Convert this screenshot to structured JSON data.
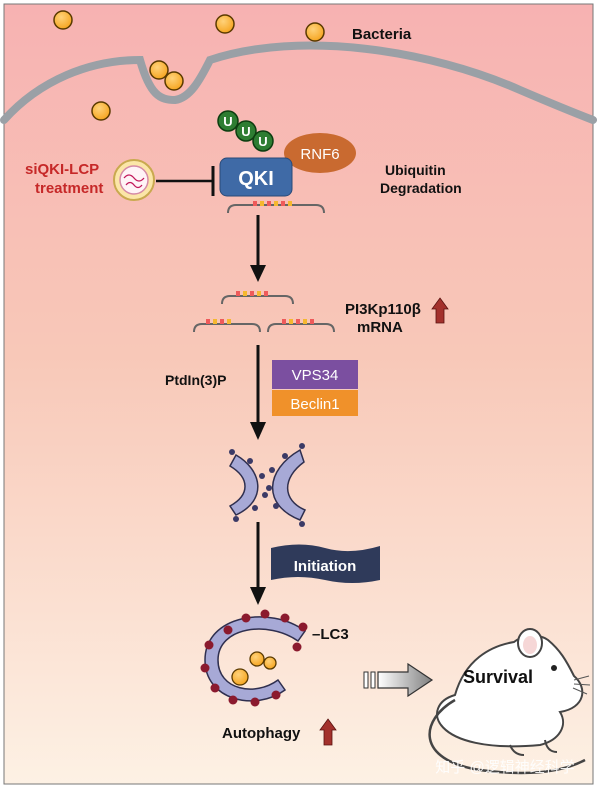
{
  "labels": {
    "bacteria": "Bacteria",
    "si_line1": "siQKI-LCP",
    "si_line2": "treatment",
    "qki": "QKI",
    "rnf6": "RNF6",
    "ubiquitin": "U",
    "ubiq_line1": "Ubiquitin",
    "ubiq_line2": "Degradation",
    "pi3k": "PI3Kp110β",
    "mrna": "mRNA",
    "ptdins": "PtdIn(3)P",
    "vps34": "VPS34",
    "beclin": "Beclin1",
    "initiation": "Initiation",
    "lc3": "–LC3",
    "autophagy": "Autophagy",
    "survival": "Survival",
    "watermark": "知乎 @逻辑神经科学"
  },
  "colors": {
    "bg_top": "#f6b4b4",
    "bg_bottom": "#fdf0df",
    "bacteria": "#f5a623",
    "ubiquitin": "#2e7d32",
    "qki": "#3f6aa6",
    "rnf6": "#c96a30",
    "vps34": "#7b4fa0",
    "beclin": "#f0912a",
    "phagophore": "#a7a9d6",
    "initiation": "#2f3a5a",
    "label_red": "#c62828",
    "up_arrow": "#a3312c",
    "membrane": "#9aa0a6"
  },
  "icons": {
    "inhibit": "inhibition-bar-icon",
    "up": "up-arrow-icon",
    "transition": "hollow-arrow-icon",
    "lcp": "nanoparticle-icon",
    "mouse": "mouse-icon"
  }
}
